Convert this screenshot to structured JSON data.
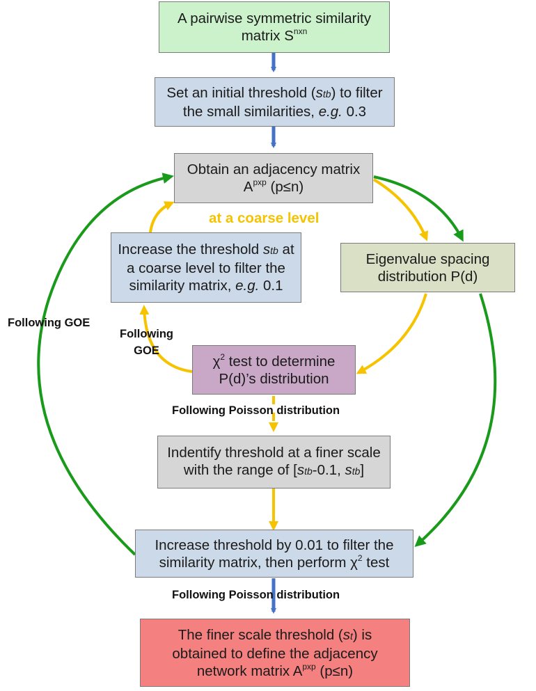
{
  "colors": {
    "blue_arrow": "#4472c4",
    "yellow_arrow": "#f5c300",
    "green_arrow": "#1a9a1a",
    "green_box": "#ccf2cc",
    "blue_box": "#ccd9e8",
    "gray_box": "#d6d6d6",
    "olive_box": "#d9e0c6",
    "purple_box": "#c9a8c7",
    "red_box": "#f58080"
  },
  "nodes": {
    "start": {
      "line1": "A pairwise symmetric similarity",
      "line2_pre": "matrix S",
      "line2_sup": "nxn"
    },
    "initial_threshold": {
      "a": "Set an initial threshold (",
      "s": "s",
      "sub": "tb",
      "b": ") to filter",
      "c": "the small similarities, ",
      "eg": "e.g.",
      "d": " 0.3"
    },
    "adjacency": {
      "line1": "Obtain an adjacency matrix",
      "line2_pre": "A",
      "line2_sup": "pxp",
      "line2_post": " (p≤n)"
    },
    "increase_coarse": {
      "a": "Increase the threshold ",
      "s": "s",
      "sub": "tb",
      "b": " at",
      "line2": "a coarse level to filter the",
      "c": "similarity matrix, ",
      "eg": "e.g.",
      "d": " 0.1"
    },
    "eigen": {
      "line1": "Eigenvalue spacing",
      "line2": "distribution P(d)"
    },
    "chi_test": {
      "chi": "χ",
      "chi_sup": "2",
      "line1_post": " test to determine",
      "line2": "P(d)’s distribution"
    },
    "finer_scale": {
      "line1": "Indentify threshold at a finer scale",
      "line2_pre": "with the range of [",
      "s1": "s",
      "sub1": "tb",
      "mid": "-0.1, ",
      "s2": "s",
      "sub2": "tb",
      "end": "]"
    },
    "increase_fine": {
      "line1": "Increase threshold by 0.01 to filter the",
      "line2_pre": "similarity matrix, then perform ",
      "chi": "χ",
      "chi_sup": "2",
      "line2_post": " test"
    },
    "final": {
      "a": "The finer scale threshold (",
      "s": "s",
      "sub": "t",
      "b": ") is",
      "line2": "obtained to define the adjacency",
      "line3_pre": "network matrix A",
      "line3_sup": "pxp",
      "line3_post": " (p≤n)"
    }
  },
  "labels": {
    "coarse_level": "at a coarse level",
    "following_goe_left": "Following GOE",
    "following_goe_small_1": "Following",
    "following_goe_small_2": "GOE",
    "poisson_1": "Following Poisson distribution",
    "poisson_2": "Following Poisson distribution"
  }
}
